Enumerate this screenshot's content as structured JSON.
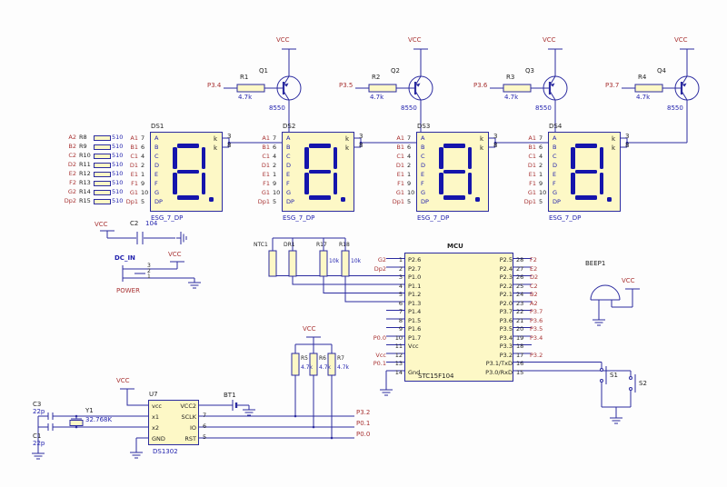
{
  "labels": {
    "vcc": "VCC"
  },
  "colors": {
    "wire": "#2b2ba0",
    "net_label": "#a83232",
    "value_text": "#2323ae",
    "part_fill": "#fdf8c6",
    "segment_on": "#1515ac"
  },
  "stages": [
    {
      "net": "P3.4",
      "r_ref": "R1",
      "r_val": "4.7k",
      "q_ref": "Q1",
      "q_val": "8550"
    },
    {
      "net": "P3.5",
      "r_ref": "R2",
      "r_val": "4.7k",
      "q_ref": "Q2",
      "q_val": "8550"
    },
    {
      "net": "P3.6",
      "r_ref": "R3",
      "r_val": "4.7k",
      "q_ref": "Q3",
      "q_val": "8550"
    },
    {
      "net": "P3.7",
      "r_ref": "R4",
      "r_val": "4.7k",
      "q_ref": "Q4",
      "q_val": "8550"
    }
  ],
  "k_pins": {
    "label": "k",
    "nums": [
      "3",
      "8"
    ]
  },
  "displays": [
    {
      "ref": "DS1",
      "part": "ESG_7_DP",
      "digit": "8"
    },
    {
      "ref": "DS2",
      "part": "ESG_7_DP",
      "digit": "8"
    },
    {
      "ref": "DS3",
      "part": "ESG_7_DP",
      "digit": "8"
    },
    {
      "ref": "DS4",
      "part": "ESG_7_DP",
      "digit": "8"
    }
  ],
  "display_pins": [
    {
      "net": "A1",
      "num": "7",
      "seg": "A"
    },
    {
      "net": "B1",
      "num": "6",
      "seg": "B"
    },
    {
      "net": "C1",
      "num": "4",
      "seg": "C"
    },
    {
      "net": "D1",
      "num": "2",
      "seg": "D"
    },
    {
      "net": "E1",
      "num": "1",
      "seg": "E"
    },
    {
      "net": "F1",
      "num": "9",
      "seg": "F"
    },
    {
      "net": "G1",
      "num": "10",
      "seg": "G"
    },
    {
      "net": "Dp1",
      "num": "5",
      "seg": "DP"
    }
  ],
  "seg_resistors": [
    {
      "net_in": "A2",
      "ref": "R8",
      "val": "510"
    },
    {
      "net_in": "B2",
      "ref": "R9",
      "val": "510"
    },
    {
      "net_in": "C2",
      "ref": "R10",
      "val": "510"
    },
    {
      "net_in": "D2",
      "ref": "R11",
      "val": "510"
    },
    {
      "net_in": "E2",
      "ref": "R12",
      "val": "510"
    },
    {
      "net_in": "F2",
      "ref": "R13",
      "val": "510"
    },
    {
      "net_in": "G2",
      "ref": "R14",
      "val": "510"
    },
    {
      "net_in": "Dp2",
      "ref": "R15",
      "val": "510"
    }
  ],
  "mcu": {
    "title": "MCU",
    "part": "STC15F104",
    "rows": [
      {
        "lnet": "G2",
        "lnum": "1",
        "lname": "P2.6",
        "rname": "P2.5",
        "rnum": "28",
        "rnet": "F2"
      },
      {
        "lnet": "Dp2",
        "lnum": "2",
        "lname": "P2.7",
        "rname": "P2.4",
        "rnum": "27",
        "rnet": "E2"
      },
      {
        "lnet": "",
        "lnum": "3",
        "lname": "P1.0",
        "rname": "P2.3",
        "rnum": "26",
        "rnet": "D2"
      },
      {
        "lnet": "",
        "lnum": "4",
        "lname": "P1.1",
        "rname": "P2.2",
        "rnum": "25",
        "rnet": "C2"
      },
      {
        "lnet": "",
        "lnum": "5",
        "lname": "P1.2",
        "rname": "P2.1",
        "rnum": "24",
        "rnet": "B2"
      },
      {
        "lnet": "",
        "lnum": "6",
        "lname": "P1.3",
        "rname": "P2.0",
        "rnum": "23",
        "rnet": "A2"
      },
      {
        "lnet": "",
        "lnum": "7",
        "lname": "P1.4",
        "rname": "P3.7",
        "rnum": "22",
        "rnet": "P3.7"
      },
      {
        "lnet": "",
        "lnum": "8",
        "lname": "P1.5",
        "rname": "P3.6",
        "rnum": "21",
        "rnet": "P3.6"
      },
      {
        "lnet": "",
        "lnum": "9",
        "lname": "P1.6",
        "rname": "P3.5",
        "rnum": "20",
        "rnet": "P3.5"
      },
      {
        "lnet": "P0.0",
        "lnum": "10",
        "lname": "P1.7",
        "rname": "P3.4",
        "rnum": "19",
        "rnet": "P3.4"
      },
      {
        "lnet": "",
        "lnum": "11",
        "lname": "Vcc",
        "rname": "P3.3",
        "rnum": "18",
        "rnet": ""
      },
      {
        "lnet": "Vcc",
        "lnum": "12",
        "lname": "",
        "rname": "P3.2",
        "rnum": "17",
        "rnet": "P3.2"
      },
      {
        "lnet": "P0.1",
        "lnum": "13",
        "lname": "",
        "rname": "P3.1/TxD",
        "rnum": "16",
        "rnet": ""
      },
      {
        "lnet": "",
        "lnum": "14",
        "lname": "Gnd",
        "rname": "P3.0/RxD",
        "rnum": "15",
        "rnet": ""
      }
    ]
  },
  "rtc": {
    "ref": "U7",
    "part": "DS1302",
    "rows": [
      {
        "l": "vcc",
        "r": "VCC2",
        "num": ""
      },
      {
        "l": "x1",
        "r": "SCLK",
        "num": "7"
      },
      {
        "l": "x2",
        "r": "IO",
        "num": "6"
      },
      {
        "l": "GND",
        "r": "RST",
        "num": "5"
      }
    ],
    "nets": [
      "P3.2",
      "P0.1",
      "P0.0"
    ]
  },
  "battery": {
    "ref": "BT1"
  },
  "pullups": [
    {
      "ref": "R5",
      "val": "4.7k"
    },
    {
      "ref": "R6",
      "val": "4.7k"
    },
    {
      "ref": "R7",
      "val": "4.7k"
    }
  ],
  "analog": [
    {
      "ref": "NTC1",
      "val": ""
    },
    {
      "ref": "DR1",
      "val": ""
    },
    {
      "ref": "R17",
      "val": "10k"
    },
    {
      "ref": "R18",
      "val": "10k"
    }
  ],
  "crystal": {
    "ref": "Y1",
    "val": "32.768K"
  },
  "caps": {
    "c2": {
      "ref": "C2",
      "val": "104"
    },
    "c3": {
      "ref": "C3",
      "val": "22p"
    },
    "c1": {
      "ref": "C1",
      "val": "22p"
    }
  },
  "power": {
    "conn": "DC_IN",
    "name": "POWER",
    "pins": [
      "3",
      "2",
      "1"
    ]
  },
  "buzzer": {
    "ref": "BEEP1"
  },
  "switches": [
    {
      "ref": "S1"
    },
    {
      "ref": "S2"
    }
  ]
}
